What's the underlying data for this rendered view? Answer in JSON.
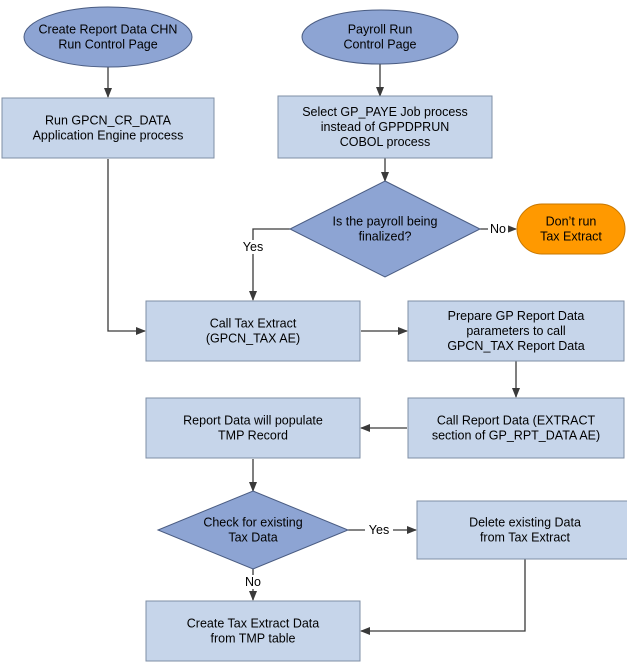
{
  "nodes": {
    "start_report": {
      "shape": "oval",
      "lines": [
        "Create Report Data CHN",
        "Run Control Page"
      ]
    },
    "start_payroll": {
      "shape": "oval",
      "lines": [
        "Payroll Run",
        "Control Page"
      ]
    },
    "run_gpcn": {
      "shape": "process",
      "lines": [
        "Run GPCN_CR_DATA",
        "Application Engine process"
      ]
    },
    "select_paye": {
      "shape": "process",
      "lines": [
        "Select GP_PAYE Job process",
        "instead of GPPDPRUN",
        "COBOL process"
      ]
    },
    "decision_finalized": {
      "shape": "decision",
      "lines": [
        "Is the payroll being",
        "finalized?"
      ]
    },
    "dont_run": {
      "shape": "terminal",
      "lines": [
        "Don’t run",
        "Tax Extract"
      ]
    },
    "call_tax_extract": {
      "shape": "process",
      "lines": [
        "Call Tax Extract",
        "(GPCN_TAX AE)"
      ]
    },
    "prepare_params": {
      "shape": "process",
      "lines": [
        "Prepare GP Report Data",
        "parameters to call",
        "GPCN_TAX Report Data"
      ]
    },
    "report_populate": {
      "shape": "process",
      "lines": [
        "Report Data will populate",
        "TMP Record"
      ]
    },
    "call_report_data": {
      "shape": "process",
      "lines": [
        "Call Report Data (EXTRACT",
        "section of GP_RPT_DATA AE)"
      ]
    },
    "decision_existing": {
      "shape": "decision",
      "lines": [
        "Check for existing",
        "Tax Data"
      ]
    },
    "delete_existing": {
      "shape": "process",
      "lines": [
        "Delete existing Data",
        "from Tax Extract"
      ]
    },
    "create_extract": {
      "shape": "process",
      "lines": [
        "Create Tax Extract Data",
        "from TMP table"
      ]
    }
  },
  "edges": [
    {
      "from": "start_report",
      "to": "run_gpcn",
      "label": ""
    },
    {
      "from": "start_payroll",
      "to": "select_paye",
      "label": ""
    },
    {
      "from": "select_paye",
      "to": "decision_finalized",
      "label": ""
    },
    {
      "from": "decision_finalized",
      "to": "dont_run",
      "label": "No"
    },
    {
      "from": "decision_finalized",
      "to": "call_tax_extract",
      "label": "Yes"
    },
    {
      "from": "run_gpcn",
      "to": "call_tax_extract",
      "label": ""
    },
    {
      "from": "call_tax_extract",
      "to": "prepare_params",
      "label": ""
    },
    {
      "from": "prepare_params",
      "to": "call_report_data",
      "label": ""
    },
    {
      "from": "call_report_data",
      "to": "report_populate",
      "label": ""
    },
    {
      "from": "report_populate",
      "to": "decision_existing",
      "label": ""
    },
    {
      "from": "decision_existing",
      "to": "delete_existing",
      "label": "Yes"
    },
    {
      "from": "decision_existing",
      "to": "create_extract",
      "label": "No"
    },
    {
      "from": "delete_existing",
      "to": "create_extract",
      "label": ""
    }
  ],
  "colors": {
    "process_fill": "#c6d5ea",
    "start_fill": "#8da4d3",
    "decision_fill": "#8da4d3",
    "terminal_fill": "#ff9900"
  }
}
